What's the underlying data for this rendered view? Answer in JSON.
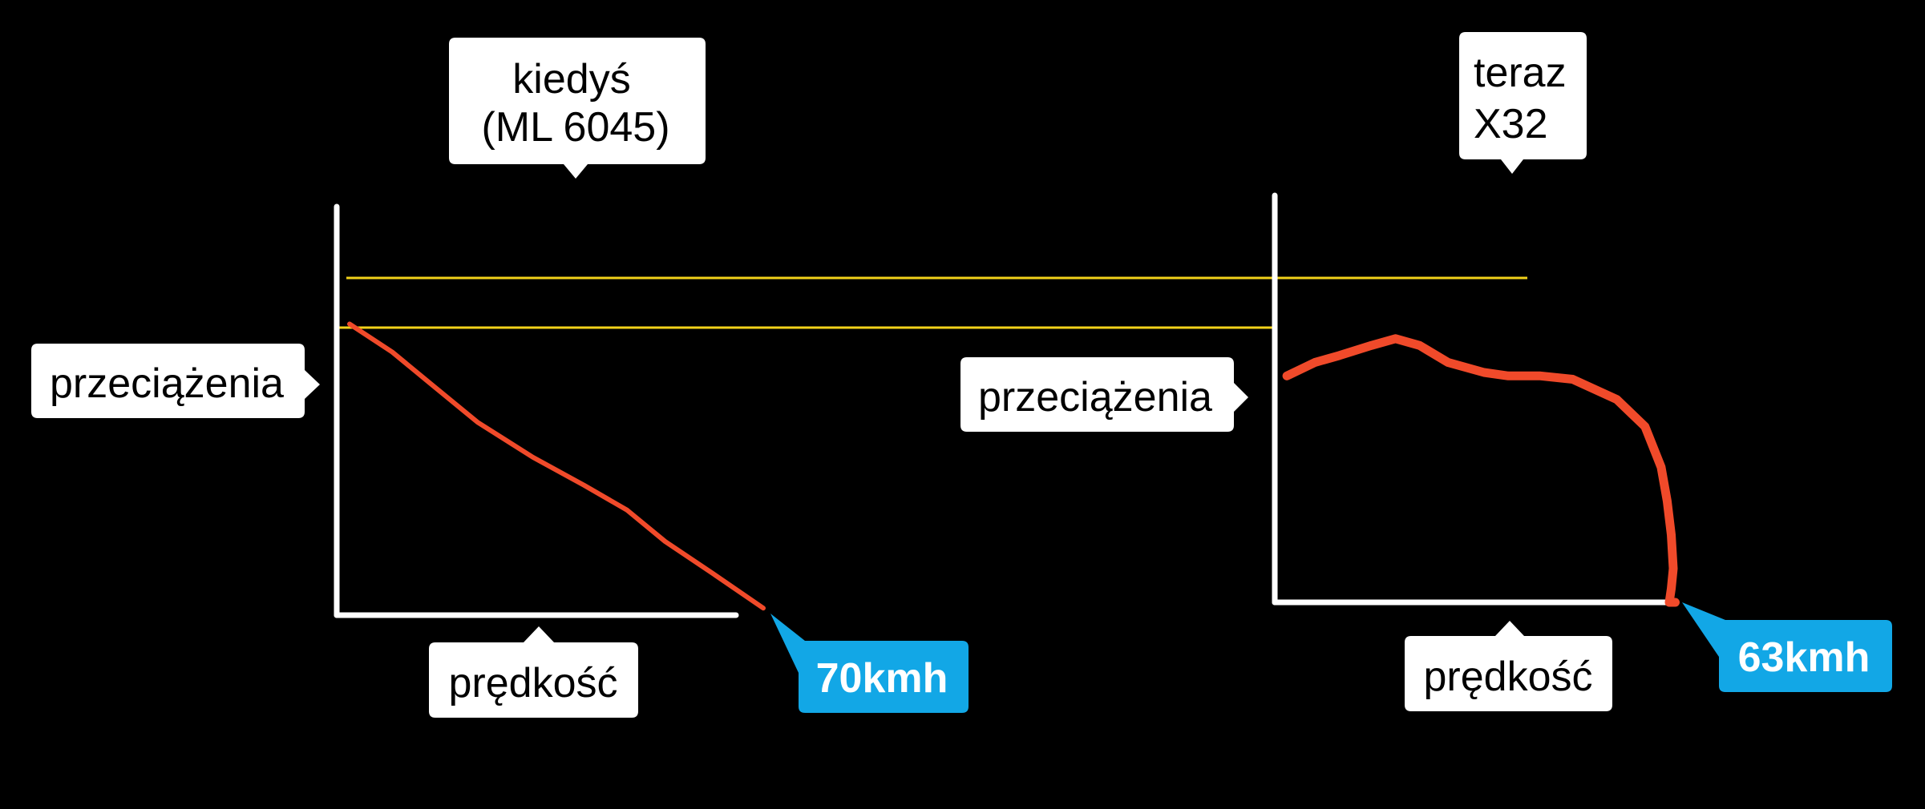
{
  "colors": {
    "background": "#000000",
    "axis": "#ffffff",
    "curve": "#f04a2a",
    "reference_line": "#f2d21a",
    "label_box": "#ffffff",
    "label_text": "#000000",
    "value_box": "#12a7e6",
    "value_text": "#ffffff"
  },
  "chart_data": [
    {
      "type": "line",
      "title": [
        "kiedyś",
        "(ML 6045)"
      ],
      "xlabel": "prędkość",
      "ylabel": "przeciążenia",
      "xlim": [
        0,
        1
      ],
      "ylim": [
        0,
        1
      ],
      "grid": false,
      "end_label": "70kmh",
      "series": [
        {
          "x": [
            0.03,
            0.13,
            0.22,
            0.33,
            0.46,
            0.58,
            0.68,
            0.77,
            0.88,
            1.0
          ],
          "y": [
            0.83,
            0.75,
            0.66,
            0.55,
            0.45,
            0.37,
            0.3,
            0.21,
            0.12,
            0.02
          ]
        }
      ]
    },
    {
      "type": "line",
      "title": [
        "teraz",
        "X32"
      ],
      "xlabel": "prędkość",
      "ylabel": "przeciążenia",
      "xlim": [
        0,
        1
      ],
      "ylim": [
        0,
        1
      ],
      "grid": false,
      "end_label": "63kmh",
      "series": [
        {
          "x": [
            0.03,
            0.1,
            0.16,
            0.24,
            0.3,
            0.36,
            0.43,
            0.52,
            0.58,
            0.66,
            0.74,
            0.85,
            0.92,
            0.96,
            0.975,
            0.985,
            0.99,
            0.985,
            0.98,
            0.995
          ],
          "y": [
            0.67,
            0.71,
            0.73,
            0.76,
            0.78,
            0.76,
            0.71,
            0.68,
            0.67,
            0.67,
            0.66,
            0.6,
            0.52,
            0.4,
            0.3,
            0.2,
            0.1,
            0.04,
            0.0,
            0.0
          ]
        }
      ]
    }
  ]
}
